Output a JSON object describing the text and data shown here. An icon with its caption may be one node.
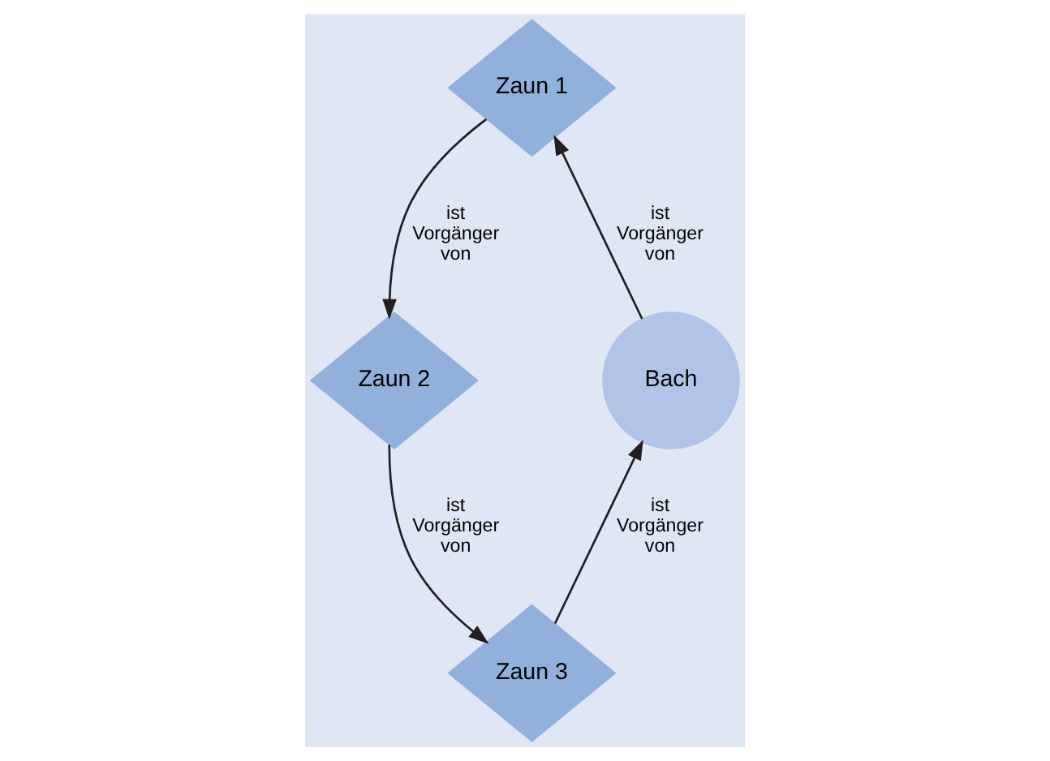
{
  "diagram": {
    "nodes": [
      {
        "text": [
          "Zaun 1"
        ]
      },
      {
        "text": [
          "Zaun 2"
        ]
      },
      {
        "text": [
          "Bach"
        ]
      },
      {
        "text": [
          "Zaun 3"
        ]
      }
    ],
    "edges": [
      {
        "from": 0,
        "to": 1,
        "arrow": "to",
        "label": "ist Vorgänger von"
      },
      {
        "from": 1,
        "to": 3,
        "arrow": "to",
        "label": "ist Vorgänger von"
      },
      {
        "from": 3,
        "to": 2,
        "arrow": "to",
        "label": "ist Vorgänger von"
      },
      {
        "from": 2,
        "to": 0,
        "arrow": "to",
        "label": "ist Vorgänger von"
      }
    ]
  }
}
